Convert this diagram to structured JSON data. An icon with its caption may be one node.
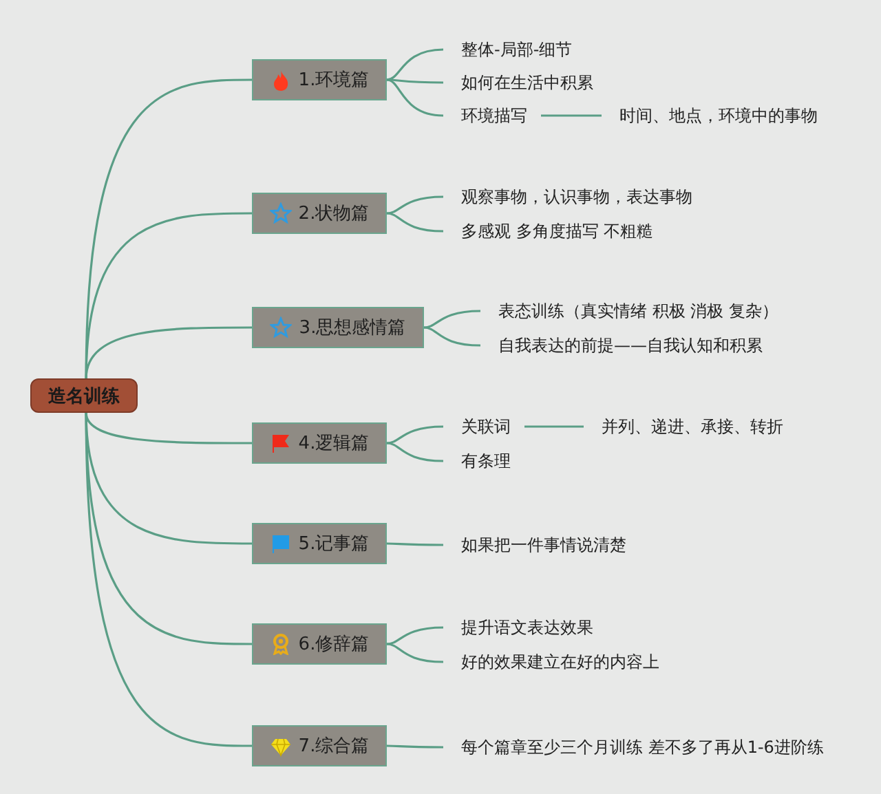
{
  "diagram": {
    "nodes": [
      {
        "text": [
          "造名训练"
        ]
      },
      {
        "text": [
          "1.环境篇"
        ]
      },
      {
        "text": [
          "整体-局部-细节"
        ]
      },
      {
        "text": [
          "如何在生活中积累"
        ]
      },
      {
        "text": [
          "环境描写"
        ]
      },
      {
        "text": [
          "时间、地点，环境中的事物"
        ]
      },
      {
        "text": [
          "2.状物篇"
        ]
      },
      {
        "text": [
          "观察事物，认识事物，表达事物"
        ]
      },
      {
        "text": [
          "多感观 多角度描写 不粗糙"
        ]
      },
      {
        "text": [
          "3.思想感情篇"
        ]
      },
      {
        "text": [
          "表态训练（真实情绪 积极 消极 复杂）"
        ]
      },
      {
        "text": [
          "自我表达的前提——自我认知和积累"
        ]
      },
      {
        "text": [
          "4.逻辑篇"
        ]
      },
      {
        "text": [
          "关联词"
        ]
      },
      {
        "text": [
          "并列、递进、承接、转折"
        ]
      },
      {
        "text": [
          "有条理"
        ]
      },
      {
        "text": [
          "5.记事篇"
        ]
      },
      {
        "text": [
          "如果把一件事情说清楚"
        ]
      },
      {
        "text": [
          "6.修辞篇"
        ]
      },
      {
        "text": [
          "提升语文表达效果"
        ]
      },
      {
        "text": [
          "好的效果建立在好的内容上"
        ]
      },
      {
        "text": [
          "7.综合篇"
        ]
      },
      {
        "text": [
          "每个篇章至少三个月训练 差不多了再从1-6进阶练"
        ]
      }
    ],
    "edges": [
      {
        "from": 0,
        "to": 1,
        "arrow": "none"
      },
      {
        "from": 0,
        "to": 6,
        "arrow": "none"
      },
      {
        "from": 0,
        "to": 9,
        "arrow": "none"
      },
      {
        "from": 0,
        "to": 12,
        "arrow": "none"
      },
      {
        "from": 0,
        "to": 16,
        "arrow": "none"
      },
      {
        "from": 0,
        "to": 18,
        "arrow": "none"
      },
      {
        "from": 0,
        "to": 21,
        "arrow": "none"
      },
      {
        "from": 1,
        "to": 2,
        "arrow": "none"
      },
      {
        "from": 1,
        "to": 3,
        "arrow": "none"
      },
      {
        "from": 1,
        "to": 4,
        "arrow": "none"
      },
      {
        "from": 4,
        "to": 5,
        "arrow": "none"
      },
      {
        "from": 6,
        "to": 7,
        "arrow": "none"
      },
      {
        "from": 6,
        "to": 8,
        "arrow": "none"
      },
      {
        "from": 9,
        "to": 10,
        "arrow": "none"
      },
      {
        "from": 9,
        "to": 11,
        "arrow": "none"
      },
      {
        "from": 12,
        "to": 13,
        "arrow": "none"
      },
      {
        "from": 13,
        "to": 14,
        "arrow": "none"
      },
      {
        "from": 12,
        "to": 15,
        "arrow": "none"
      },
      {
        "from": 16,
        "to": 17,
        "arrow": "none"
      },
      {
        "from": 18,
        "to": 19,
        "arrow": "none"
      },
      {
        "from": 18,
        "to": 20,
        "arrow": "none"
      },
      {
        "from": 21,
        "to": 22,
        "arrow": "none"
      }
    ]
  }
}
